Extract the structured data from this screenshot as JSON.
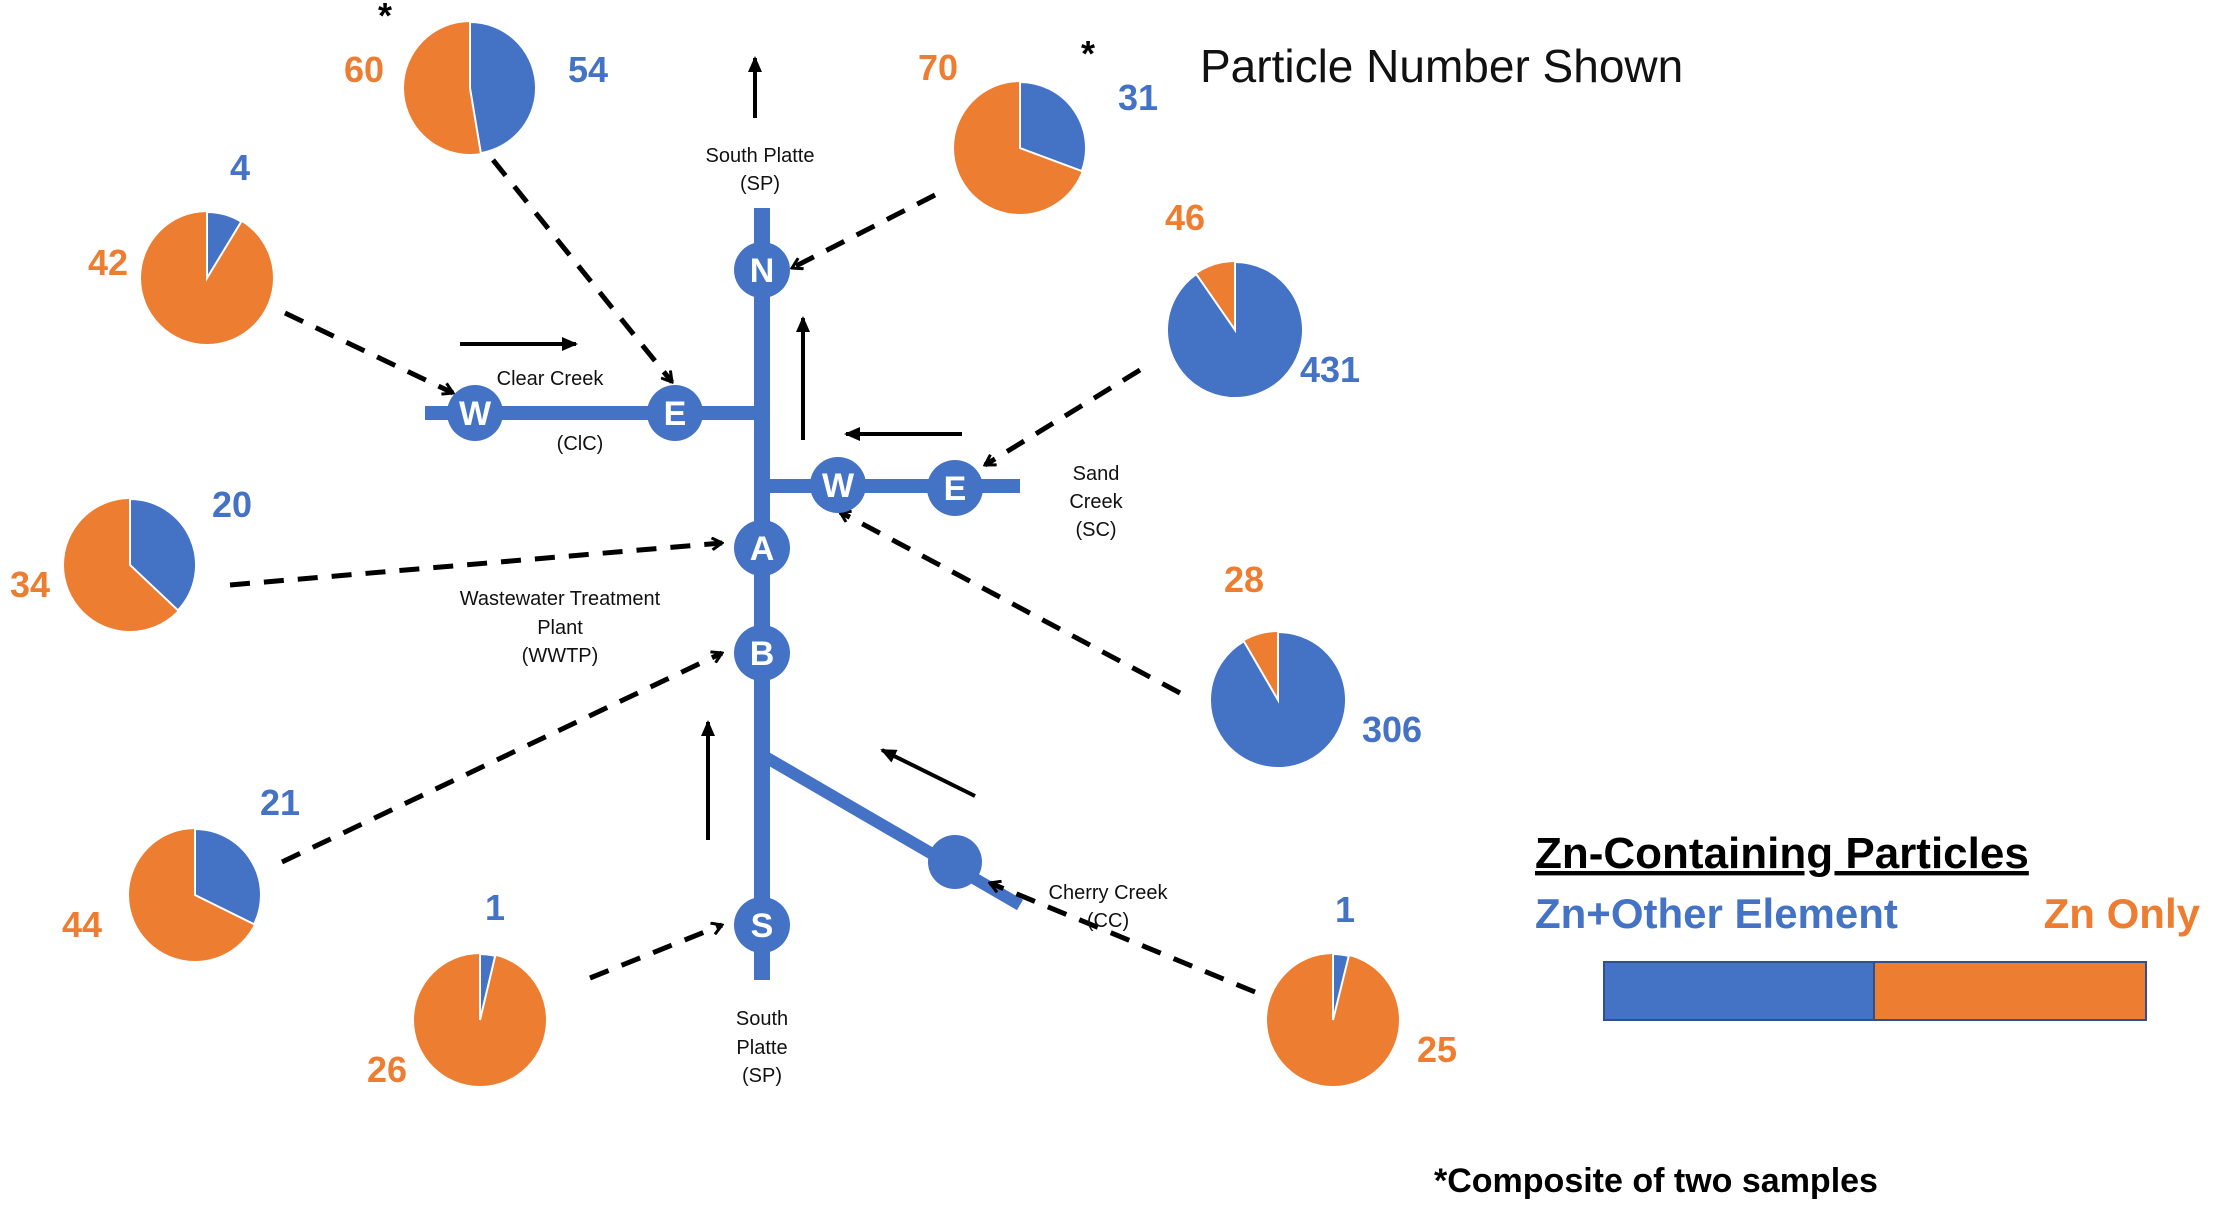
{
  "title": "Particle Number Shown",
  "footnote": "*Composite of two samples",
  "colors": {
    "blue": "#4472C4",
    "orange": "#ED7D31",
    "river": "#4472C4"
  },
  "legend": {
    "heading": "Zn-Containing Particles",
    "blue_label": "Zn+Other Element",
    "orange_label": "Zn Only"
  },
  "labels": {
    "sp_top_1": "South Platte",
    "sp_top_2": "(SP)",
    "clear_creek": "Clear Creek",
    "clc": "(ClC)",
    "sand_1": "Sand",
    "sand_2": "Creek",
    "sand_3": "(SC)",
    "wwtp_1": "Wastewater Treatment",
    "wwtp_2": "Plant",
    "wwtp_3": "(WWTP)",
    "cherry_1": "Cherry Creek",
    "cherry_2": "(CC)",
    "sp_bot_1": "South",
    "sp_bot_2": "Platte",
    "sp_bot_3": "(SP)"
  },
  "nodes": {
    "N": "N",
    "ClC_W": "W",
    "ClC_E": "E",
    "SC_W": "W",
    "SC_E": "E",
    "A": "A",
    "B": "B",
    "S": "S"
  },
  "chart_data": {
    "type": "pie",
    "series_names": [
      "Zn+Other Element",
      "Zn Only"
    ],
    "pies": [
      {
        "id": "clc-e",
        "blue": 54,
        "orange": 60,
        "asterisk": "*"
      },
      {
        "id": "sp-n",
        "blue": 31,
        "orange": 70,
        "asterisk": "*"
      },
      {
        "id": "clc-w",
        "blue": 4,
        "orange": 42
      },
      {
        "id": "sc-e",
        "blue": 431,
        "orange": 46
      },
      {
        "id": "wwtp-a",
        "blue": 20,
        "orange": 34
      },
      {
        "id": "sc-w",
        "blue": 306,
        "orange": 28
      },
      {
        "id": "b",
        "blue": 21,
        "orange": 44
      },
      {
        "id": "sp-s",
        "blue": 1,
        "orange": 26
      },
      {
        "id": "cc",
        "blue": 1,
        "orange": 25
      }
    ]
  }
}
